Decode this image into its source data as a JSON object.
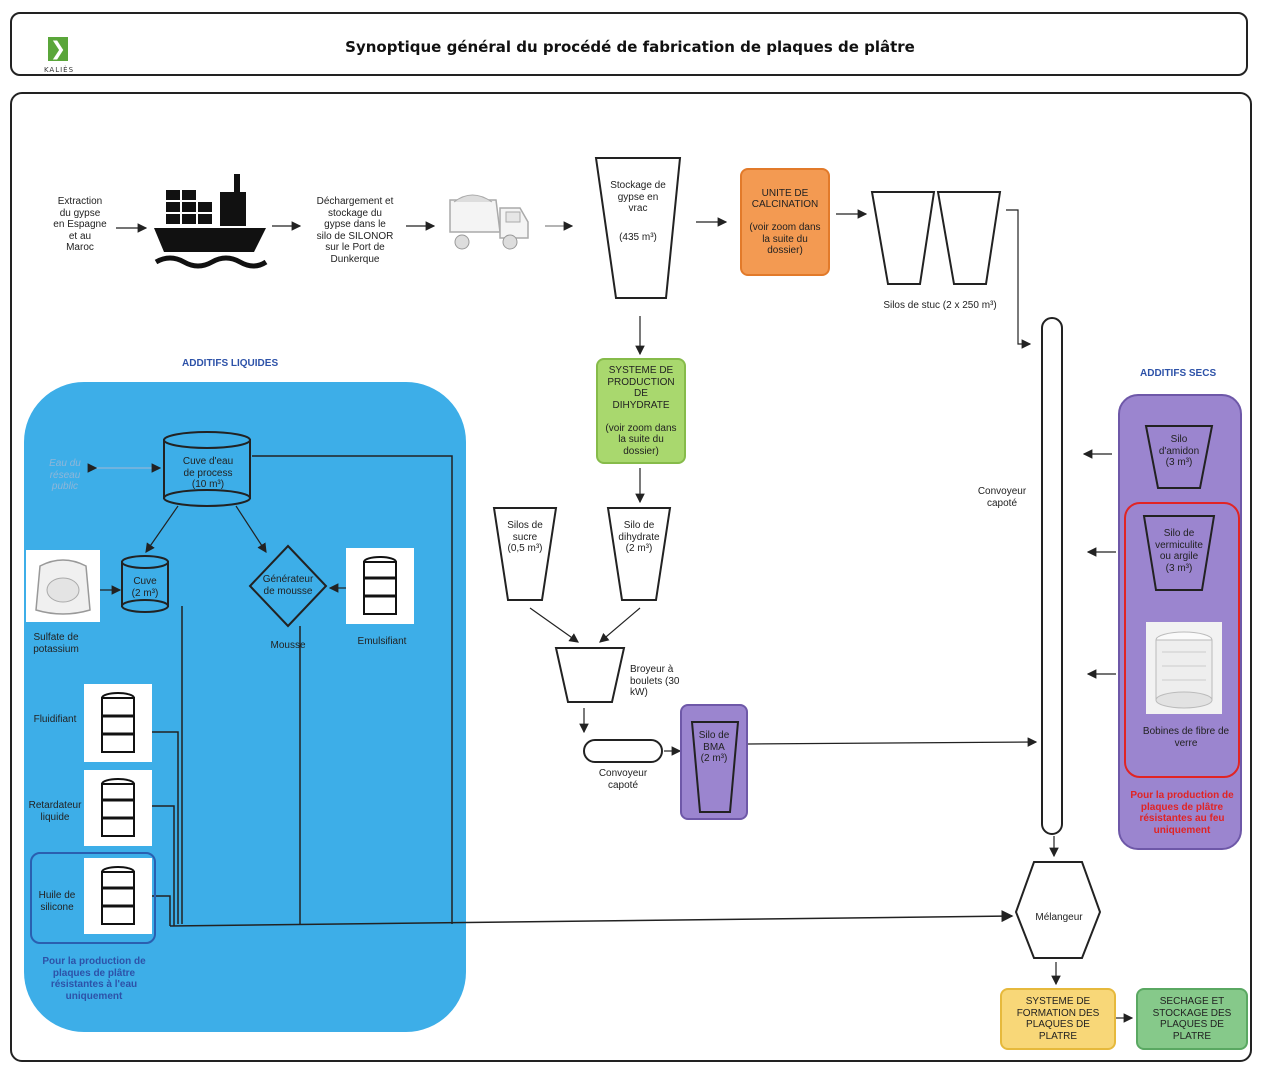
{
  "header": {
    "logo_text": "KALIÈS",
    "title": "Synoptique général du procédé de fabrication de plaques de plâtre"
  },
  "flow_top": {
    "extraction": "Extraction\ndu gypse\nen Espagne\net au\nMaroc",
    "dechargement": "Déchargement et\nstockage du\ngypse dans le\nsilo de SILONOR\nsur le Port de\nDunkerque",
    "stockage": "Stockage de\ngypse en\nvrac",
    "stockage_volume": "(435 m³)",
    "calcination": "UNITE DE\nCALCINATION\n\n(voir zoom dans\nla suite du\ndossier)",
    "silos_stuc": "Silos de stuc (2 x 250 m³)"
  },
  "middle": {
    "dihydrate_system": "SYSTEME DE\nPRODUCTION DE\nDIHYDRATE\n\n(voir zoom dans\nla suite du\ndossier)",
    "silo_sucre": "Silos de\nsucre\n(0,5 m³)",
    "silo_dihydrate": "Silo de\ndihydrate\n(2 m³)",
    "broyeur": "Broyeur à\nboulets (30 kW)",
    "convoyeur_small": "Convoyeur\ncapoté",
    "silo_bma": "Silo de\nBMA\n(2 m³)",
    "convoyeur_main": "Convoyeur\ncapoté",
    "melangeur": "Mélangeur",
    "formation": "SYSTEME DE\nFORMATION DES\nPLAQUES DE PLATRE",
    "sechage": "SECHAGE ET\nSTOCKAGE DES\nPLAQUES DE PLATRE"
  },
  "liquids": {
    "title": "ADDITIFS LIQUIDES",
    "eau_reseau": "Eau du\nréseau public",
    "cuve_eau": "Cuve d'eau\nde process\n(10 m³)",
    "cuve": "Cuve\n(2 m³)",
    "sulfate": "Sulfate de\npotassium",
    "generateur": "Générateur\nde mousse",
    "mousse": "Mousse",
    "emulsifiant": "Emulsifiant",
    "fluidifiant": "Fluidifiant",
    "retardateur": "Retardateur\nliquide",
    "huile": "Huile de\nsilicone",
    "note": "Pour la production de\nplaques de plâtre\nrésistantes à l'eau\nuniquement"
  },
  "dry": {
    "title": "ADDITIFS SECS",
    "amidon": "Silo\nd'amidon\n(3 m³)",
    "vermiculite": "Silo de\nvermiculite\nou argile\n(3 m³)",
    "bobines": "Bobines de fibre de\nverre",
    "note": "Pour la production de\nplaques de plâtre\nrésistantes au feu\nuniquement"
  },
  "icons": [
    "ship-icon",
    "truck-icon",
    "bag-icon",
    "barrel-icon",
    "fiber-spool-icon"
  ],
  "colors": {
    "liquid_panel": "#3daee8",
    "dry_panel": "#9b85cf",
    "calcination": "#f39a52",
    "dihydrate": "#a9d86e",
    "formation": "#f8d778",
    "sechage": "#86c98a",
    "fire_note": "#e12424",
    "water_note": "#2d52a8"
  }
}
